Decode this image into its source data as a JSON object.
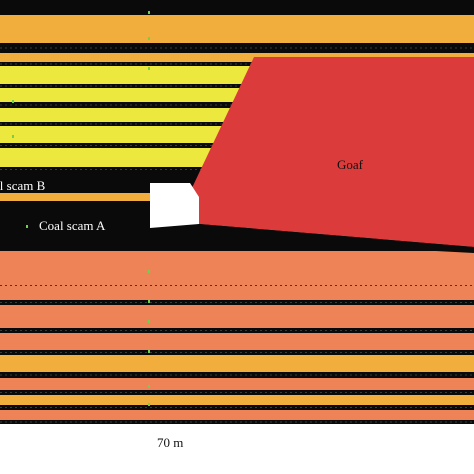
{
  "labels": {
    "goaf": "Goaf",
    "coal_scam_b": "al scam B",
    "coal_scam_a": "Coal scam A",
    "scale": "70 m"
  },
  "colors": {
    "background": "#ffffff",
    "black_band": "#0a0a0a",
    "orange_band": "#f2ae3c",
    "yellow_band": "#ece83e",
    "salmon_band": "#ee8358",
    "red_goaf": "#dc3b3b",
    "white_void": "#ffffff",
    "green_marker": "#6fd24a"
  },
  "layers": [
    "black",
    "orange",
    "black",
    "orange",
    "black",
    "yellow",
    "black",
    "yellow",
    "black",
    "yellow",
    "black",
    "yellow",
    "black",
    "yellow",
    "black",
    "coal-seam-b",
    "orange",
    "coal-seam-a",
    "salmon",
    "black",
    "salmon",
    "black",
    "salmon",
    "black",
    "salmon",
    "black",
    "orange",
    "black",
    "salmon",
    "black",
    "orange",
    "black",
    "salmon",
    "black",
    "white"
  ]
}
